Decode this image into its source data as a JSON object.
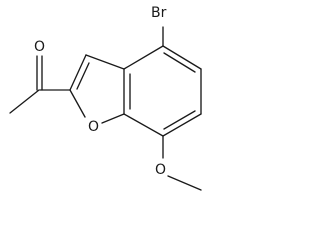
{
  "molecule": {
    "labels": {
      "bromine": "Br",
      "carbonyl_oxygen": "O",
      "ring_oxygen": "O",
      "methoxy_oxygen": "O"
    }
  }
}
